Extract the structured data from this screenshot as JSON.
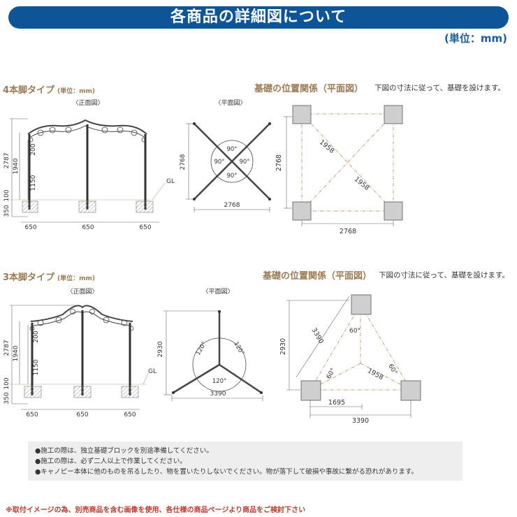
{
  "banner_title": "各商品の詳細図について",
  "unit_main": "(単位：mm)",
  "four": {
    "title": "4本脚タイプ",
    "unit": "(単位：mm)",
    "front_label": "〈正面図〉",
    "plan_label": "〈平面図〉",
    "found_title": "基礎の位置関係（平面図）",
    "found_note": "下図の寸法に従って、基礎を設けます。",
    "h_total": "2787",
    "h_side": "1940",
    "h_arch": "200",
    "h_low": "1150",
    "h_base1": "100",
    "h_base2": "350",
    "gl": "GL",
    "w1": "650",
    "w2": "650",
    "w3": "650",
    "plan_side": "2768",
    "plan_bottom": "2768",
    "a1": "90°",
    "a2": "90°",
    "a3": "90°",
    "a4": "90°",
    "f_side": "2768",
    "f_bottom": "2768",
    "f_diag1": "1958",
    "f_diag2": "1958"
  },
  "three": {
    "title": "3本脚タイプ",
    "unit": "(単位：mm)",
    "front_label": "〈正面図〉",
    "plan_label": "〈平面図〉",
    "found_title": "基礎の位置関係（平面図）",
    "found_note": "下図の寸法に従って、基礎を設けます。",
    "h_total": "2787",
    "h_side": "1940",
    "h_arch": "200",
    "h_low": "1150",
    "h_base1": "100",
    "h_base2": "350",
    "gl": "GL",
    "w1": "650",
    "w2": "650",
    "w3": "650",
    "plan_side": "2930",
    "plan_bottom": "3390",
    "a1": "120°",
    "a2": "120°",
    "a3": "120°",
    "f_side": "2930",
    "f_slant": "3390",
    "f_half": "1695",
    "f_bottom": "3390",
    "f_inner": "1958",
    "ang1": "60°",
    "ang2": "60°",
    "ang3": "60°"
  },
  "notes": [
    "●施工の際は、独立基礎ブロックを別途準備してください。",
    "●施工の際は、必ず二人以上で作業してください。",
    "●キャノピー本体に他のものを吊るしたり、物を置いたりしないでください。物が落下して破損や事故に繋がる恐れがあります。"
  ],
  "warning": "※取付イメージの為、別売商品を含む画像を使用、各仕様の商品ページより商品をご検討下さい"
}
